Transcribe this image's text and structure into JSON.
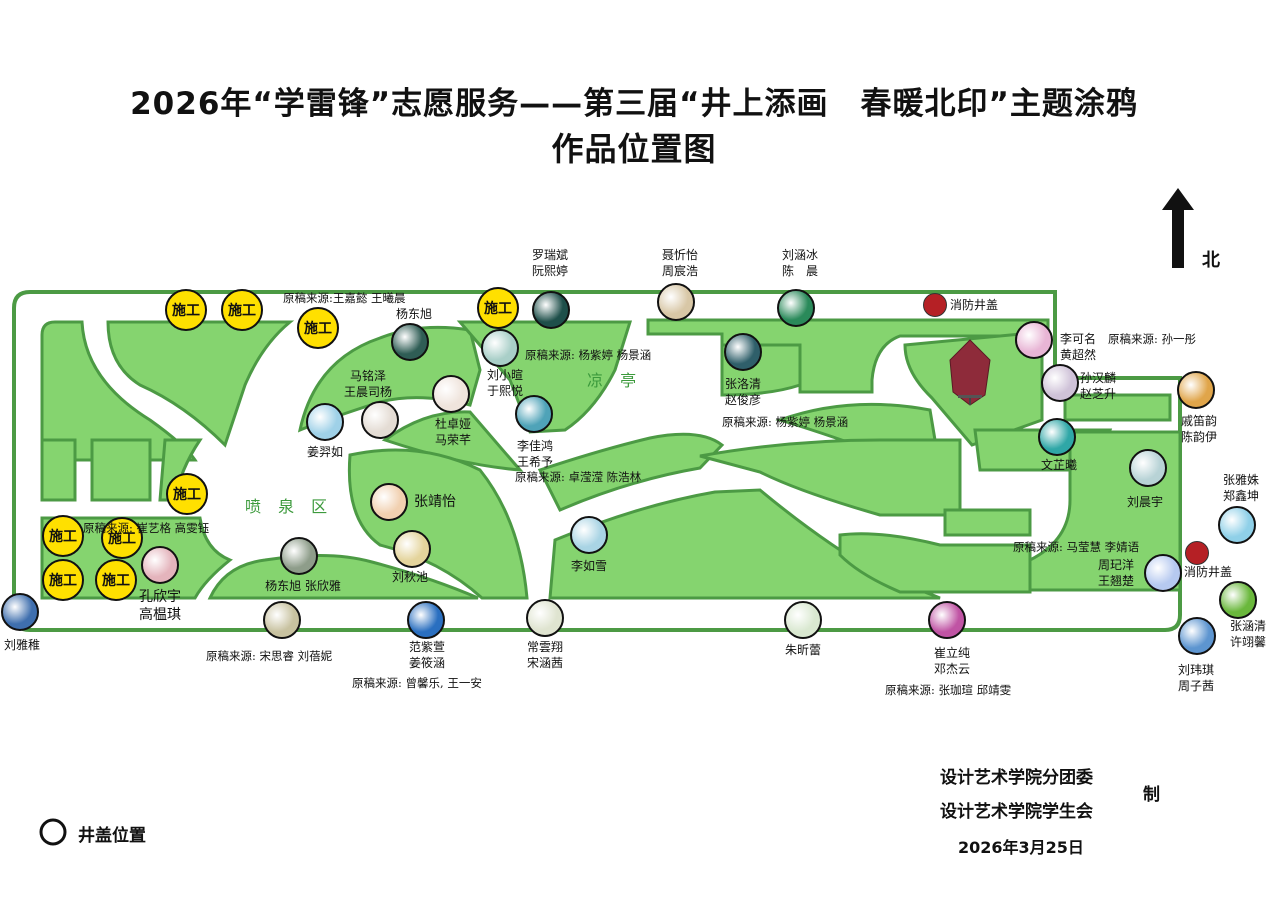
{
  "title": {
    "line1": "2026年“学雷锋”志愿服务——第三届“井上添画　春暖北印”主题涂鸦",
    "line2": "作品位置图"
  },
  "north_label": "北",
  "areas": {
    "pavilion": "凉 亭",
    "fountain": "喷 泉 区"
  },
  "construction_label": "施工",
  "hydrant_label": "消防井盖",
  "colors": {
    "grass": "#85d46f",
    "border": "#4c9a44",
    "construction": "#ffe000",
    "hydrant": "#b52025"
  },
  "artworks": [
    {
      "names": [
        "罗瑞斌",
        "阮熙婷"
      ],
      "color": "#1e4f4a"
    },
    {
      "names": [
        "聂忻怡",
        "周宸浩"
      ],
      "color": "#d8c7a6"
    },
    {
      "names": [
        "刘涵冰",
        "陈　晨"
      ],
      "color": "#2a8a5a"
    },
    {
      "names": [
        "杨东旭"
      ],
      "color": "#2f5d55"
    },
    {
      "names": [
        "刘小暄",
        "于熙悦"
      ],
      "color": "#a9cfc8"
    },
    {
      "names": [
        "杜卓娅",
        "马荣芊"
      ],
      "color": "#efe4dc"
    },
    {
      "names": [
        "马铭泽",
        "王晨司杨"
      ],
      "color": "#e4dcd4"
    },
    {
      "names": [
        "姜羿如"
      ],
      "color": "#9fd1e8"
    },
    {
      "names": [
        "李佳鸿",
        "王希予"
      ],
      "color": "#4fa3b8"
    },
    {
      "names": [
        "张洛清",
        "赵俊彦"
      ],
      "color": "#2f5f6a"
    },
    {
      "names": [
        "李可名",
        "黄超然"
      ],
      "color": "#e8b5d5"
    },
    {
      "names": [
        "孙汉麟",
        "赵芝升"
      ],
      "color": "#cfc2d8"
    },
    {
      "names": [
        "戚笛韵",
        "陈韵伊"
      ],
      "color": "#e0a54a"
    },
    {
      "names": [
        "文芷曦"
      ],
      "color": "#2fa7a7"
    },
    {
      "names": [
        "刘晨宇"
      ],
      "color": "#b8d3d6"
    },
    {
      "names": [
        "张雅姝",
        "郑鑫坤"
      ],
      "color": "#8fd0e8"
    },
    {
      "names": [
        "周玘洋",
        "王翘楚"
      ],
      "color": "#b6c9f0"
    },
    {
      "names": [
        "张涵清",
        "许翊馨"
      ],
      "color": "#6ab83c"
    },
    {
      "names": [
        "刘玮琪",
        "周子茜"
      ],
      "color": "#5d95d0"
    },
    {
      "names": [
        "崔立纯",
        "邓杰云"
      ],
      "color": "#c054a4"
    },
    {
      "names": [
        "朱昕蕾"
      ],
      "color": "#d9e8d0"
    },
    {
      "names": [
        "常雲翔",
        "宋涵茜"
      ],
      "color": "#dfe4d0"
    },
    {
      "names": [
        "范紫萱",
        "姜筱涵"
      ],
      "color": "#2a6fc0"
    },
    {
      "names": [],
      "color": "#c8c2a0"
    },
    {
      "names": [
        "刘雅稚"
      ],
      "color": "#3f6fae"
    },
    {
      "names": [
        "孔欣宇",
        "高榅琪"
      ],
      "color": "#e4b4bc"
    },
    {
      "names": [
        "杨东旭 张欣雅"
      ],
      "color": "#8e9d8a"
    },
    {
      "names": [
        "刘秋池"
      ],
      "color": "#e4d49c"
    },
    {
      "names": [
        "张靖怡"
      ],
      "color": "#f1d0b0"
    },
    {
      "names": [
        "李如雪"
      ],
      "color": "#a9d4e4"
    }
  ],
  "credits": [
    "原稿来源:王嘉懿 王曦晨",
    "原稿来源: 杨紫婷 杨景涵",
    "原稿来源: 卓滢滢 陈浩林",
    "原稿来源: 杨紫婷 杨景涵",
    "原稿来源: 孙一彤",
    "原稿来源: 马莹慧 李婧语",
    "原稿来源: 张珈瑄 邱靖雯",
    "原稿来源: 曾馨乐, 王一安",
    "原稿来源: 宋思睿 刘蓓妮",
    "原稿来源: 崔艺格 高雯钰"
  ],
  "legend": {
    "label": "井盖位置"
  },
  "footer": {
    "org1": "设计艺术学院分团委",
    "org2": "设计艺术学院学生会",
    "made": "制",
    "date": "2026年3月25日"
  }
}
